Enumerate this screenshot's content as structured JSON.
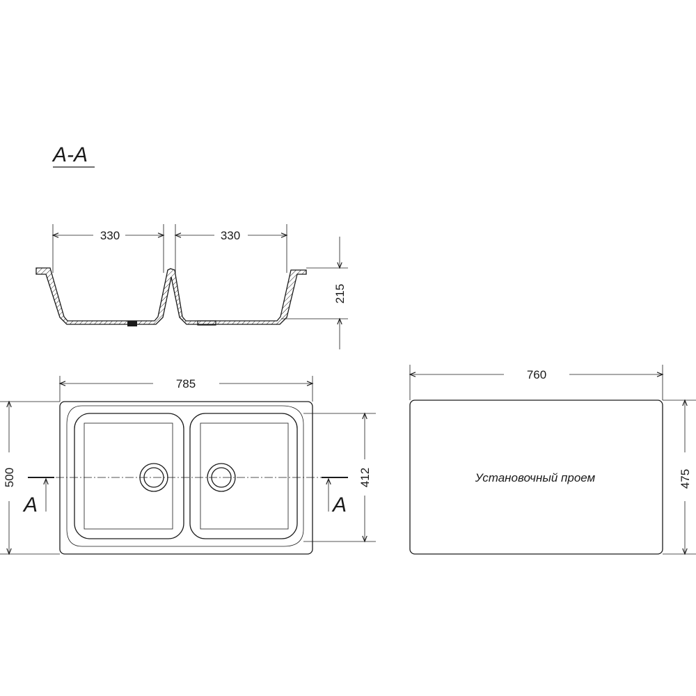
{
  "section_title": "А-А",
  "cross_section": {
    "left_bowl_width": "330",
    "right_bowl_width": "330",
    "depth": "215"
  },
  "top_view": {
    "overall_width": "785",
    "overall_depth": "500",
    "bowl_depth": "412",
    "cut_label_left": "A",
    "cut_label_right": "A"
  },
  "cutout": {
    "width": "760",
    "height": "475",
    "label": "Установочный проем"
  }
}
